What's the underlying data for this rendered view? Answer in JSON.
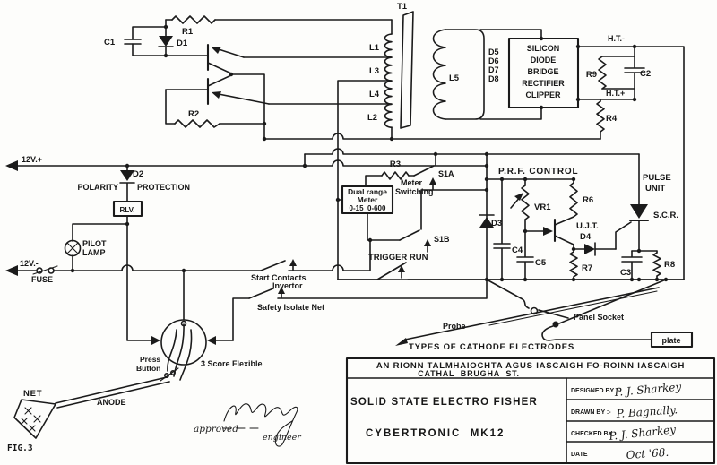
{
  "oscillator": {
    "r1": "R1",
    "c1": "C1",
    "d1": "D1",
    "r2": "R2"
  },
  "transformer": {
    "t1": "T1",
    "l1": "L1",
    "l3": "L3",
    "l4": "L4",
    "l2": "L2",
    "l5": "L5"
  },
  "rectifier": {
    "d5": "D5",
    "d6": "D6",
    "d7": "D7",
    "d8": "D8",
    "box_lines": [
      "SILICON",
      "DIODE",
      "BRIDGE",
      "RECTIFIER",
      "CLIPPER"
    ],
    "ht_minus": "H.T.-",
    "ht_plus": "H.T.+",
    "r9": "R9",
    "c2": "C2",
    "r4": "R4"
  },
  "supply": {
    "v12_plus": "12V.+",
    "v12_minus": "12V.-",
    "fuse": "FUSE",
    "d2": "D2",
    "polarity": "POLARITY",
    "protection": "PROTECTION",
    "rlv": "RLV.",
    "pilot_line1": "PILOT",
    "pilot_line2": "LAMP"
  },
  "meter": {
    "r3": "R3",
    "switching_line1": "Meter",
    "switching_line2": "Switching",
    "s1a": "S1A",
    "s1b": "S1B",
    "box_line1": "Dual range",
    "box_line2": "Meter",
    "box_line3": "0-15  0-600",
    "trigger_run": "TRIGGER RUN"
  },
  "prf": {
    "title": "P.R.F. CONTROL",
    "d3": "D3",
    "vr1": "VR1",
    "r6": "R6",
    "ujt": "U.J.T.",
    "d4": "D4",
    "c4": "C4",
    "c5": "C5",
    "r7": "R7"
  },
  "pulse": {
    "title_line1": "PULSE",
    "title_line2": "UNIT",
    "scr": "S.C.R.",
    "c3": "C3",
    "r8": "R8"
  },
  "switch_rows": {
    "start_line1": "Start Contacts",
    "start_line2": "Invertor",
    "safety": "Safety Isolate Net"
  },
  "electrodes": {
    "probe": "Probe",
    "panel_socket": "Panel Socket",
    "plate": "plate",
    "caption": "TYPES OF CATHODE ELECTRODES"
  },
  "handle": {
    "press_line1": "Press",
    "press_line2": "Button",
    "flex": "3 Score Flexible",
    "net": "NET",
    "anode": "ANODE"
  },
  "approval": {
    "approved": "approved",
    "engineer": "engineer"
  },
  "fig_label": "FIG.3",
  "title_block": {
    "dept_line1": "AN RIONN TALMHAIOCHTA AGUS IASCAIGH FO-ROINN IASCAIGH",
    "dept_line2": "CATHAL  BRUGHA  ST.",
    "product_line1": "SOLID STATE ELECTRO FISHER",
    "product_line2": "CYBERTRONIC  MK12",
    "designed_label": "DESIGNED BY :-",
    "designed_sig": "P. J. Sharkey",
    "drawn_label": "DRAWN BY :-",
    "drawn_sig": "P. Bagnally.",
    "checked_label": "CHECKED BY",
    "checked_sig": "P. J. Sharkey",
    "date_label": "DATE",
    "date_sig": "Oct '68."
  }
}
